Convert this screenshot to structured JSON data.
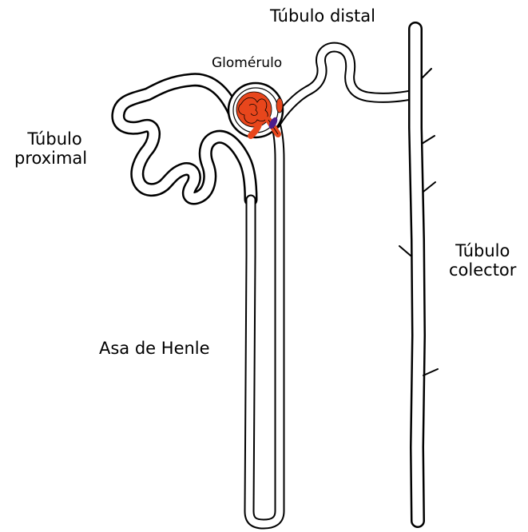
{
  "labels": {
    "distal": "Túbulo distal",
    "glomerulus": "Glomérulo",
    "proximal_line1": "Túbulo",
    "proximal_line2": "proximal",
    "collector_line1": "Túbulo",
    "collector_line2": "colector",
    "henle": "Asa de Henle"
  },
  "colors": {
    "glomerulus_fill": "#e8461c",
    "glomerulus_dark": "#c2300f",
    "macula": "#4b1c8c",
    "outline": "#000000",
    "background": "#ffffff"
  }
}
